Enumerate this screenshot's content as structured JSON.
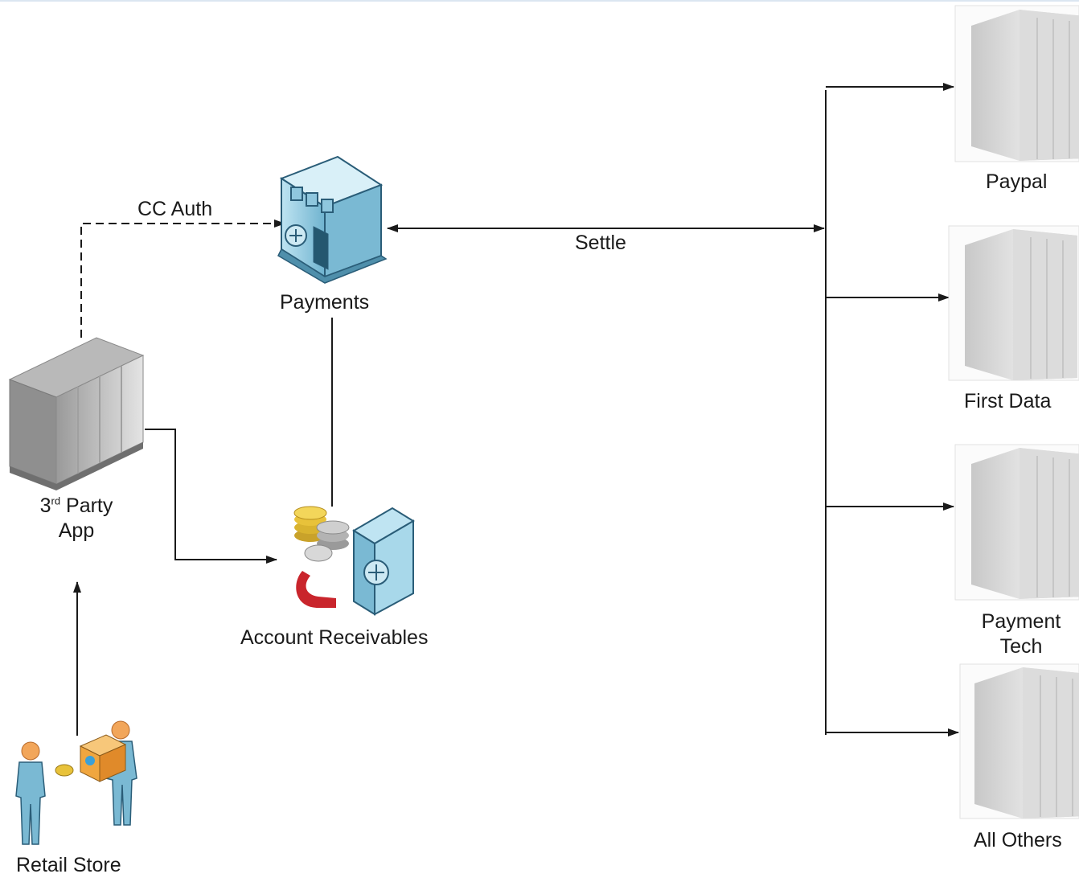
{
  "nodes": {
    "payments": {
      "label": "Payments",
      "icon": "bank-building-icon"
    },
    "third_party_app": {
      "label_sup_prefix": "3",
      "label_sup": "rd",
      "label_line1_rest": " Party",
      "label_line2": "App",
      "icon": "server-rack-icon"
    },
    "account_receivables": {
      "label": "Account Receivables",
      "icon": "coins-safe-icon"
    },
    "retail_store": {
      "label": "Retail Store",
      "icon": "people-exchange-icon"
    },
    "paypal": {
      "label": "Paypal",
      "icon": "tower-server-icon"
    },
    "first_data": {
      "label": "First Data",
      "icon": "tower-server-icon"
    },
    "payment_tech": {
      "label_line1": "Payment",
      "label_line2": "Tech",
      "icon": "tower-server-icon"
    },
    "all_others": {
      "label": "All Others",
      "icon": "tower-server-icon"
    }
  },
  "edges": {
    "cc_auth": {
      "label": "CC Auth",
      "style": "dashed"
    },
    "settle": {
      "label": "Settle",
      "style": "solid"
    }
  },
  "colors": {
    "line": "#1a1a1a",
    "building": "#a8d8ea",
    "server": "#d9d9d9",
    "gold": "#e8c23a",
    "red_arrow": "#c9252c"
  }
}
